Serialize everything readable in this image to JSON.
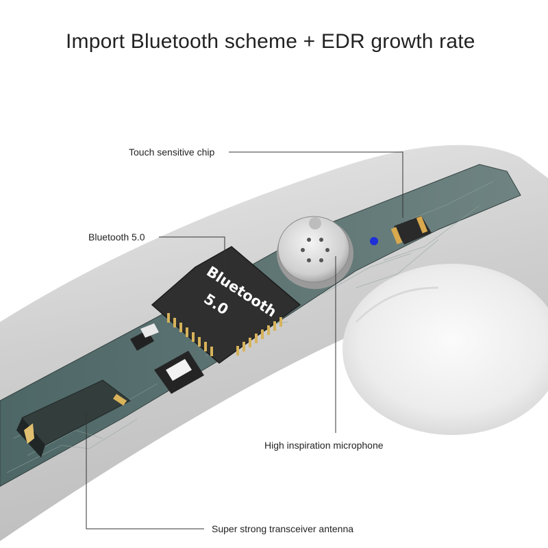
{
  "headline": "Import Bluetooth scheme + EDR growth rate",
  "callouts": {
    "touch_chip": "Touch sensitive chip",
    "bluetooth": "Bluetooth 5.0",
    "microphone": "High inspiration microphone",
    "antenna": "Super strong transceiver antenna"
  },
  "chip_marking": {
    "line1": "Bluetooth",
    "line2": "5.0"
  }
}
